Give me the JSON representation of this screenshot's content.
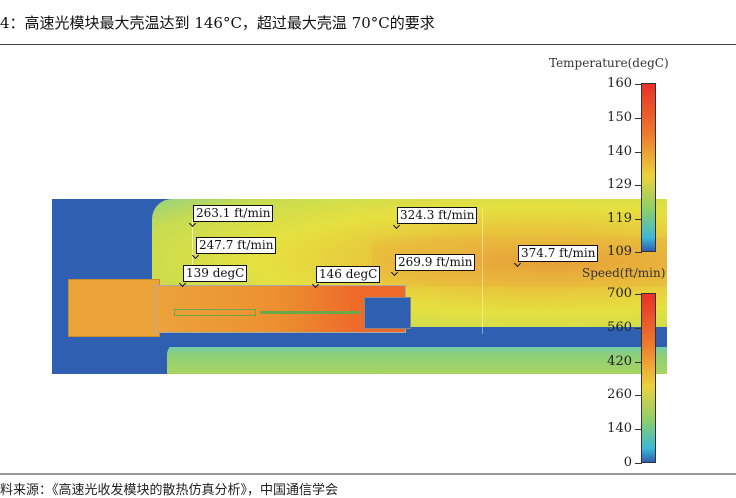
{
  "title": "4：高速光模块最大壳温达到 146°C，超过最大壳温 70°C的要求",
  "source": "料来源：《高速光收发模块的散热仿真分析》，中国通信学会",
  "annotations": {
    "speed1": "263.1 ft/min",
    "speed2": "247.7 ft/min",
    "speed3": "324.3 ft/min",
    "speed4": "269.9 ft/min",
    "speed5": "374.7 ft/min",
    "temp1": "139 degC",
    "temp2": "146 degC"
  },
  "temperature_legend": {
    "title": "Temperature(degC)",
    "ticks": [
      "160",
      "150",
      "140",
      "129",
      "119",
      "109"
    ]
  },
  "speed_legend": {
    "title": "Speed(ft/min)",
    "ticks": [
      "700",
      "560",
      "420",
      "260",
      "140",
      "0"
    ]
  }
}
